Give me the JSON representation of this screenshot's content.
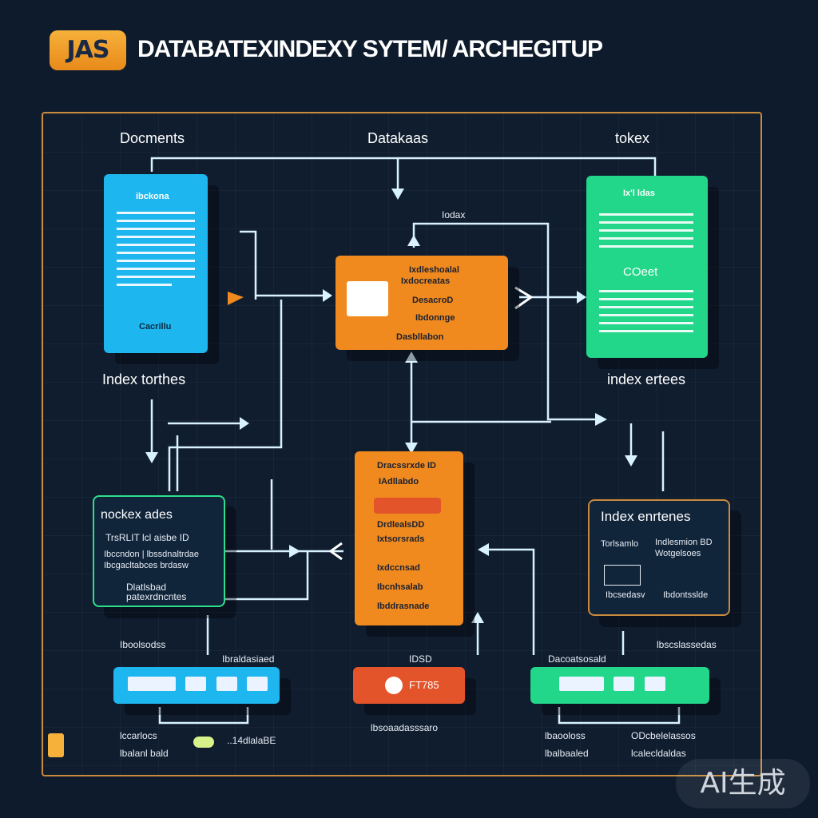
{
  "header": {
    "logo_text": "JAS",
    "title": "DATABATEXINDEXY SYTEM/ ARCHEGITUP"
  },
  "nodes": {
    "documents": {
      "top_label": "Docments",
      "card_title": "ibckona",
      "card_foot": "Cacrillu",
      "bottom_label": "Index torthes"
    },
    "database": {
      "top_label": "Datakaas",
      "arrow_label": "Iodax",
      "card_title": "Ixdleshoalal",
      "card_sub": "Ixdocreatas",
      "line1": "DesacroD",
      "line2": "Ibdonnge",
      "foot": "Dasbllabon"
    },
    "tokens": {
      "top_label": "tokex",
      "card_title": "Ix'l ldas",
      "card_center": "COeet",
      "bottom_label": "index ertees"
    },
    "index_nodes": {
      "title": "nockex ades",
      "line1": "TrsRLIT lcl aisbe ID",
      "line2": "Ibccndon | lbssdnaltrdae",
      "line3": "Ibcgacltabces brdasw",
      "line4": "Dlatlsbad",
      "line5": "patexrdncntes"
    },
    "center_doc": {
      "title": "Dracssrxde ID",
      "sub": "IAdllabdo",
      "line1": "DrdlealsDD",
      "line2": "Ixtsorsrads",
      "line3": "Ixdccnsad",
      "line4": "Ibcnhsalab",
      "line5": "Ibddrasnade"
    },
    "index_entries": {
      "title": "Index enrtenes",
      "col1": "Torlsamlo",
      "col2": "Indlesmion BD",
      "col3": "Wotgelsoes",
      "foot1": "Ibcsedasv",
      "foot2": "Ibdontsslde"
    },
    "bottom_left": {
      "label_top": "Iboolsodss",
      "label_mid": "Ibraldasiaed",
      "label_bottom1": "lccarlocs",
      "label_bottom2": "lbalanl bald",
      "pill": "..14dlalaBE"
    },
    "bottom_center": {
      "label_top": "IDSD",
      "text": "FT785",
      "label_bottom": "lbsoaadasssaro"
    },
    "bottom_right": {
      "label_top": "Dacoatsosald",
      "label_top2": "lbscslassedas",
      "label_bottom1": "lbaooloss",
      "label_bottom2": "lbalbaaled",
      "label_bottom3": "ODcbelelassos",
      "label_bottom4": "lcalecldaldas"
    }
  },
  "watermark": "AI生成",
  "colors": {
    "blue": "#1eb6ee",
    "orange": "#f08a1e",
    "green": "#22d68a",
    "cyan_line": "#d9f2ff",
    "frame": "#c98a3c"
  }
}
